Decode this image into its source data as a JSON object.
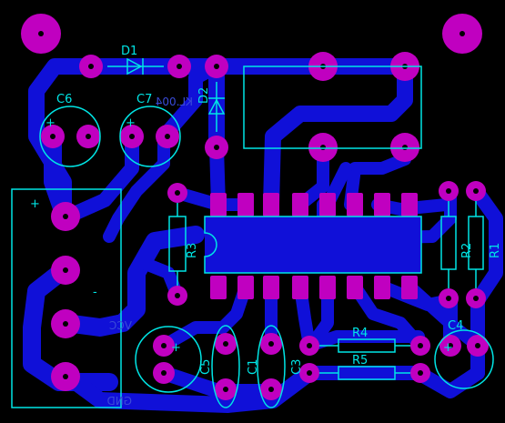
{
  "board": {
    "background": "#000000",
    "copper_color": "#1010d8",
    "pad_color": "#c000c0",
    "silk_color": "#00e5e5"
  },
  "components": {
    "d1": "D1",
    "d2": "D2",
    "c6": "C6",
    "c7": "C7",
    "r3": "R3",
    "r2": "R2",
    "r1": "R1",
    "r4": "R4",
    "r5": "R5",
    "c4": "C4",
    "c5": "C5",
    "c1": "C1",
    "c3": "C3"
  },
  "connector": {
    "plus": "+",
    "minus": "-"
  },
  "bottom_text": {
    "tl_label": "KL.004",
    "vcc": "VCC",
    "gnd": "GND"
  },
  "capacitor_polarity": {
    "c6": "+",
    "c7": "+",
    "c5": "+",
    "c4": "+"
  }
}
